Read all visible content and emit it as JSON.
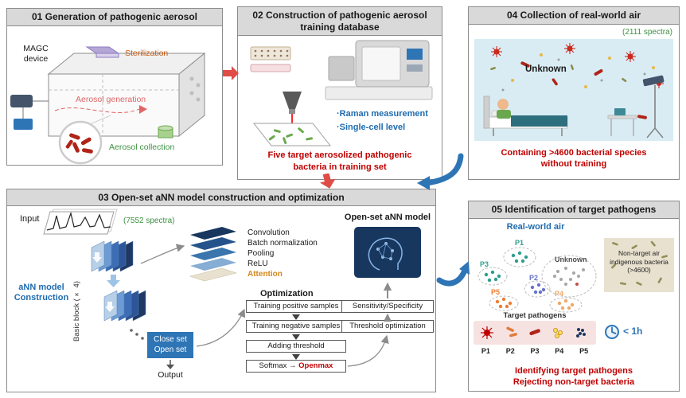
{
  "colors": {
    "header_bg": "#d9d9d9",
    "panel_border": "#8c8c8c",
    "caption_red": "#bf0000",
    "accent_blue": "#1f6cb0",
    "accent_green": "#3d9141",
    "sterilization_orange": "#c55a11",
    "aerosol_red": "#e06666",
    "attention_orange": "#d4881e",
    "arrow_red": "#e04c46",
    "arrow_blue": "#2e75b6",
    "model_navy": "#17375e"
  },
  "panel01": {
    "title": "01 Generation of pathogenic aerosol",
    "magc_label": "MAGC\ndevice",
    "sterilization_label": "Sterilization",
    "aerosol_generation_label": "Aerosol generation",
    "aerosol_collection_label": "Aerosol collection"
  },
  "panel02": {
    "title": "02 Construction of pathogenic aerosol\ntraining database",
    "bullet_raman": "·Raman measurement",
    "bullet_single_cell": "·Single-cell level",
    "caption": "Five target aerosolized pathogenic\nbacteria in training set"
  },
  "panel04": {
    "title": "04 Collection of real-world air",
    "spectra_note": "(2111 spectra)",
    "unknown_label": "Unknown",
    "caption": "Containing >4600 bacterial species\nwithout training"
  },
  "panel03": {
    "title": "03 Open-set aNN model construction and optimization",
    "input_label": "Input",
    "spectra_note": "(7552 spectra)",
    "construction_label": "aNN model\nConstruction",
    "basic_block_label": "Basic block (× 4)",
    "close_open_label": "Close set\nOpen set",
    "output_label": "Output",
    "legend": [
      "Convolution",
      "Batch normalization",
      "Pooling",
      "ReLU",
      "Attention"
    ],
    "optimization_label": "Optimization",
    "flow_steps": [
      "Training positive samples",
      "Training negative samples",
      "Adding threshold"
    ],
    "softmax_label": "Softmax →",
    "openmax_label": "Openmax",
    "model_title": "Open-set aNN model",
    "eval_boxes": [
      "Sensitivity/Specificity",
      "Threshold optimization"
    ]
  },
  "panel05": {
    "title": "05 Identification of target pathogens",
    "realworld_label": "Real-world air",
    "cluster_labels": [
      "P1",
      "P2",
      "P3",
      "P4",
      "P5"
    ],
    "unknown_label": "Unknown",
    "nontarget_label": "Non-target air indigenous bacteria (>4600)",
    "target_label": "Target pathogens",
    "pathogen_labels": [
      "P1",
      "P2",
      "P3",
      "P4",
      "P5"
    ],
    "time_label": "< 1h",
    "caption": "Identifying target pathogens\nRejecting non-target bacteria"
  }
}
